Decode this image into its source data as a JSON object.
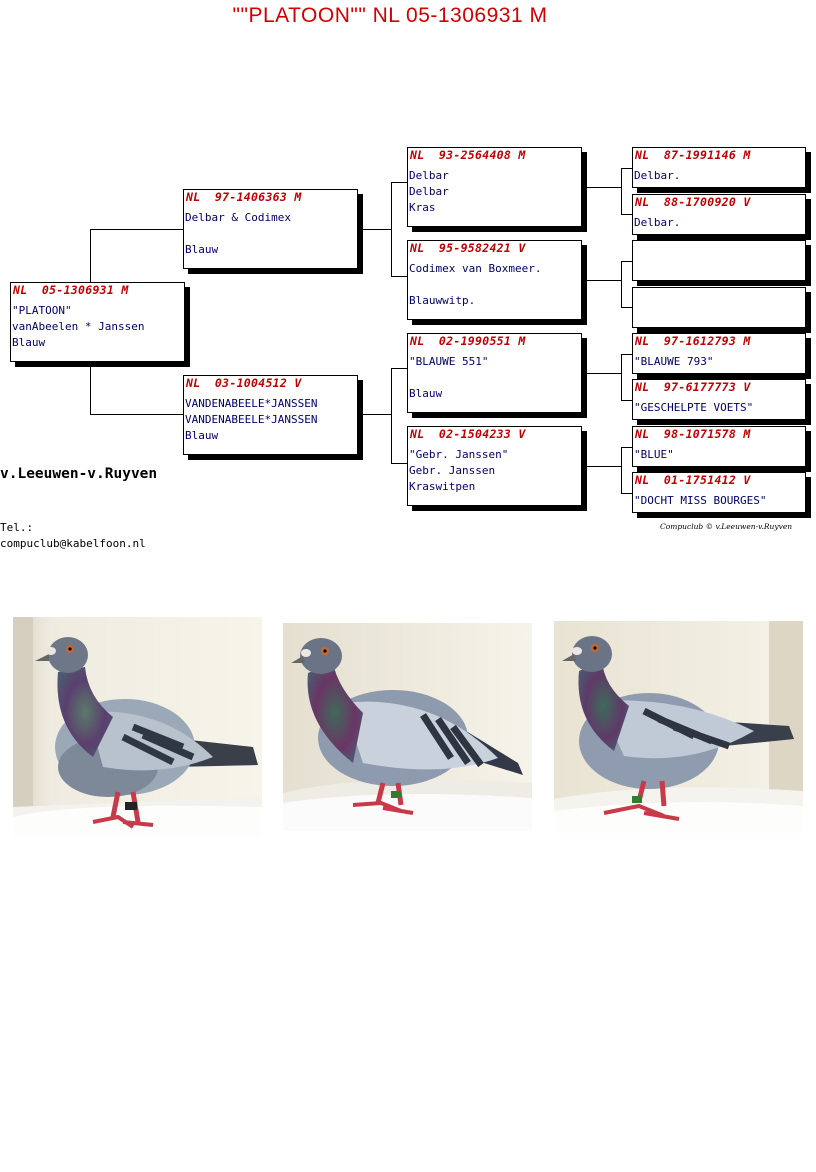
{
  "title": "\"\"PLATOON\"\"   NL  05-1306931 M",
  "pedigree": {
    "subject": {
      "ring": "NL  05-1306931 M",
      "lines": [
        "\"PLATOON\"",
        "vanAbeelen * Janssen",
        "Blauw"
      ]
    },
    "sire": {
      "ring": "NL  97-1406363 M",
      "lines": [
        "Delbar & Codimex",
        "",
        "Blauw"
      ]
    },
    "dam": {
      "ring": "NL  03-1004512 V",
      "lines": [
        "VANDENABEELE*JANSSEN",
        "VANDENABEELE*JANSSEN",
        "Blauw"
      ]
    },
    "ss": {
      "ring": "NL  93-2564408 M",
      "lines": [
        "Delbar",
        "Delbar",
        "Kras"
      ]
    },
    "sd": {
      "ring": "NL  95-9582421 V",
      "lines": [
        "Codimex van Boxmeer.",
        "",
        "Blauwwitp."
      ]
    },
    "ds": {
      "ring": "NL  02-1990551 M",
      "lines": [
        "\"BLAUWE 551\"",
        "",
        "Blauw"
      ]
    },
    "dd": {
      "ring": "NL  02-1504233 V",
      "lines": [
        "\"Gebr. Janssen\"",
        "Gebr. Janssen",
        "Kraswitpen"
      ]
    },
    "sss": {
      "ring": "NL  87-1991146 M",
      "lines": [
        "Delbar."
      ]
    },
    "ssd": {
      "ring": "NL  88-1700920 V",
      "lines": [
        "Delbar."
      ]
    },
    "sds": {
      "ring": "",
      "lines": [
        ""
      ]
    },
    "sdd": {
      "ring": "",
      "lines": [
        ""
      ]
    },
    "dss": {
      "ring": "NL  97-1612793 M",
      "lines": [
        "\"BLAUWE 793\""
      ]
    },
    "dsd": {
      "ring": "NL  97-6177773 V",
      "lines": [
        "\"GESCHELPTE VOETS\""
      ]
    },
    "dds": {
      "ring": "NL  98-1071578 M",
      "lines": [
        "\"BLUE\""
      ]
    },
    "ddd": {
      "ring": "NL  01-1751412 V",
      "lines": [
        "\"DOCHT MISS BOURGES\""
      ]
    }
  },
  "footer": {
    "breeder": "v.Leeuwen-v.Ruyven",
    "tel": "Tel.:",
    "email": "compuclub@kabelfoon.nl",
    "credit": "Compuclub © v.Leeuwen-v.Ruyven"
  },
  "colors": {
    "ring": "#c00000",
    "text": "#000066",
    "title": "#d40000"
  }
}
